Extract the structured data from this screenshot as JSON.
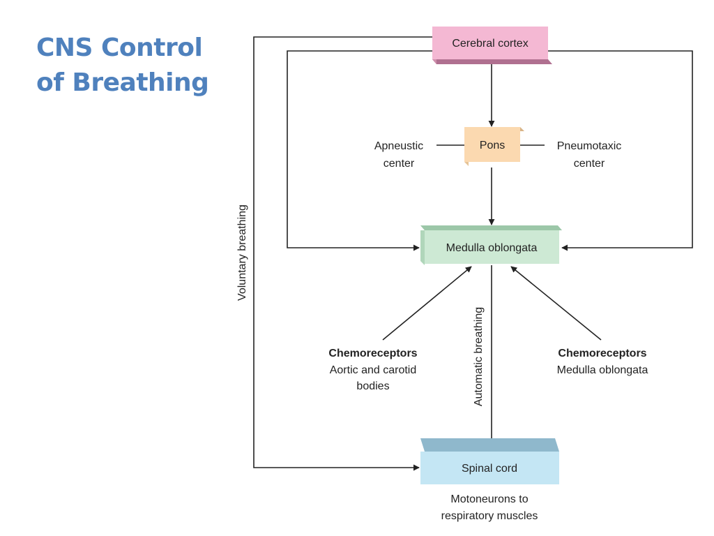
{
  "slide": {
    "title_line1": "CNS Control",
    "title_line2": "of Breathing"
  },
  "diagram": {
    "nodes": {
      "cerebral_cortex": {
        "label": "Cerebral cortex",
        "color": "#f4b8d3"
      },
      "pons": {
        "label": "Pons",
        "color": "#fbd9b0"
      },
      "medulla": {
        "label": "Medulla oblongata",
        "color": "#cde9d4"
      },
      "spinal_cord": {
        "label": "Spinal cord",
        "color": "#c4e6f4"
      }
    },
    "labels": {
      "apneustic_line1": "Apneustic",
      "apneustic_line2": "center",
      "pneumotaxic_line1": "Pneumotaxic",
      "pneumotaxic_line2": "center",
      "voluntary_breathing": "Voluntary breathing",
      "automatic_breathing": "Automatic breathing",
      "chemo_left_title": "Chemoreceptors",
      "chemo_left_line1": "Aortic and carotid",
      "chemo_left_line2": "bodies",
      "chemo_right_title": "Chemoreceptors",
      "chemo_right_line1": "Medulla oblongata",
      "motoneurons_line1": "Motoneurons to",
      "motoneurons_line2": "respiratory muscles"
    }
  }
}
